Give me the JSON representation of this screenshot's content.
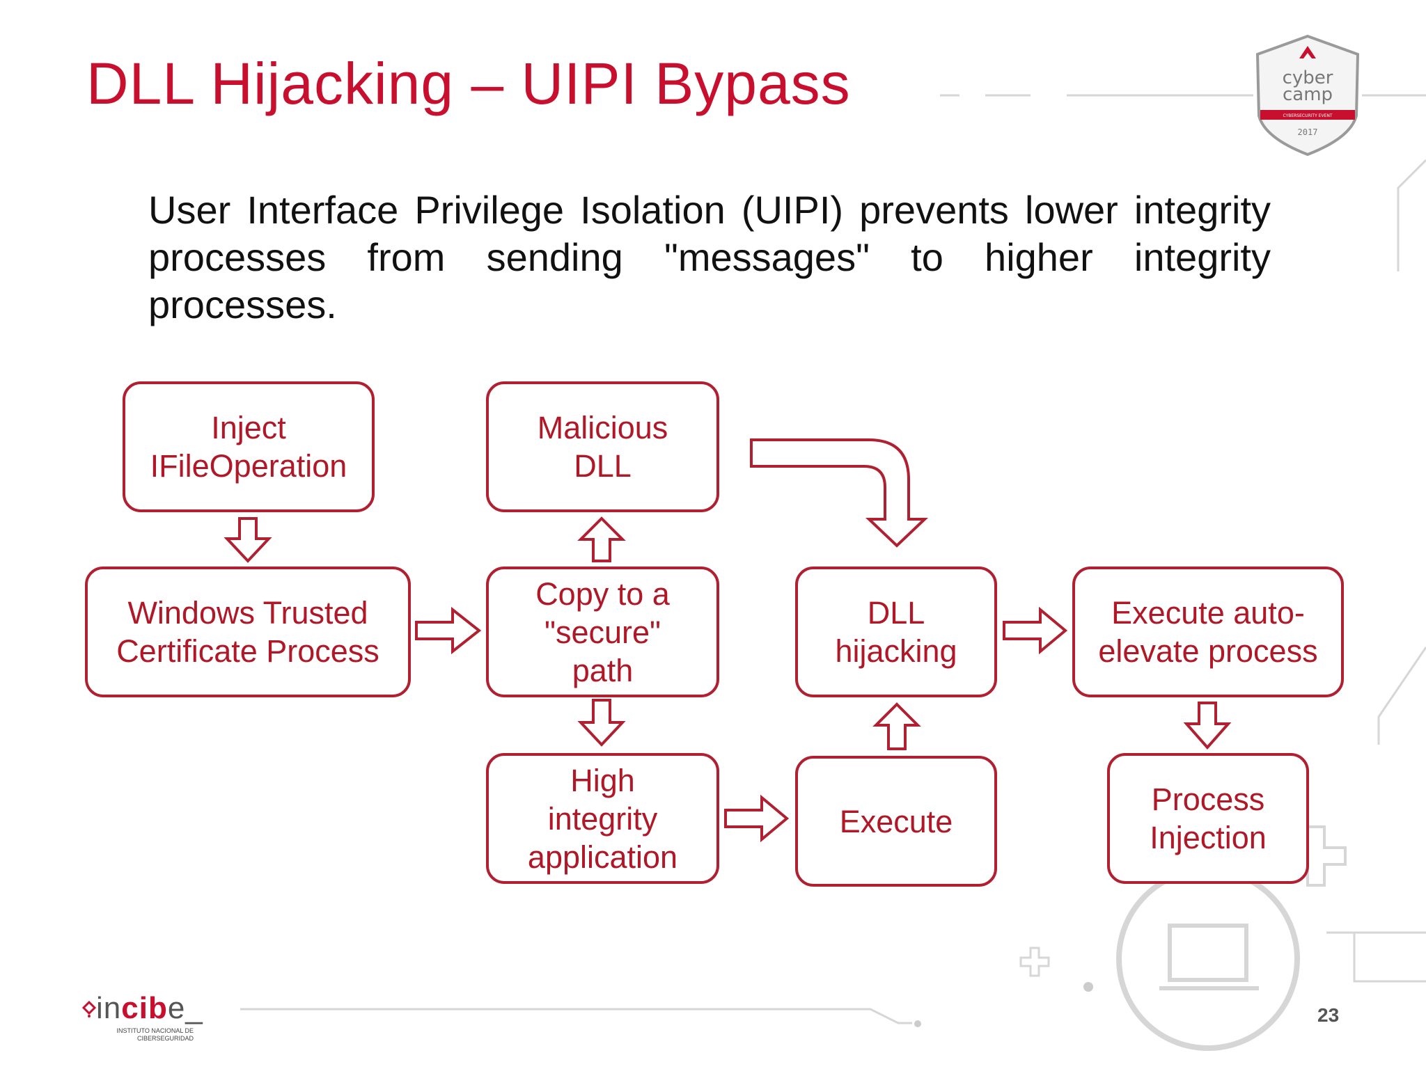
{
  "slide": {
    "title": "DLL Hijacking – UIPI Bypass",
    "intro": "User Interface Privilege Isolation (UIPI) prevents lower integrity processes from sending \"messages\" to higher integrity processes.",
    "page_number": "23"
  },
  "diagram": {
    "boxes": [
      {
        "id": "inject",
        "lines": [
          "Inject",
          "IFileOperation"
        ]
      },
      {
        "id": "malicious-dll",
        "lines": [
          "Malicious",
          "DLL"
        ]
      },
      {
        "id": "windows-trusted",
        "lines": [
          "Windows Trusted",
          "Certificate Process"
        ]
      },
      {
        "id": "copy-secure",
        "lines": [
          "Copy to a",
          "\"secure\"",
          "path"
        ]
      },
      {
        "id": "dll-hijacking",
        "lines": [
          "DLL",
          "hijacking"
        ]
      },
      {
        "id": "execute-autoelevate",
        "lines": [
          "Execute auto-",
          "elevate process"
        ]
      },
      {
        "id": "high-integrity",
        "lines": [
          "High",
          "integrity",
          "application"
        ]
      },
      {
        "id": "execute",
        "lines": [
          "Execute"
        ]
      },
      {
        "id": "process-injection",
        "lines": [
          "Process",
          "Injection"
        ]
      }
    ],
    "edges": [
      {
        "from": "inject",
        "to": "windows-trusted"
      },
      {
        "from": "windows-trusted",
        "to": "copy-secure"
      },
      {
        "from": "copy-secure",
        "to": "malicious-dll"
      },
      {
        "from": "copy-secure",
        "to": "high-integrity"
      },
      {
        "from": "malicious-dll",
        "to": "dll-hijacking"
      },
      {
        "from": "high-integrity",
        "to": "execute"
      },
      {
        "from": "execute",
        "to": "dll-hijacking"
      },
      {
        "from": "dll-hijacking",
        "to": "execute-autoelevate"
      },
      {
        "from": "execute-autoelevate",
        "to": "process-injection"
      }
    ]
  },
  "logo": {
    "cybercamp_line1": "cyber",
    "cybercamp_line2": "camp",
    "cybercamp_ribbon": "CYBERSECURITY EVENT",
    "cybercamp_year": "2017"
  },
  "footer": {
    "brand_prefix": "in",
    "brand_bold": "cib",
    "brand_suffix": "e_",
    "org_line1": "INSTITUTO NACIONAL DE",
    "org_line2": "CIBERSEGURIDAD"
  },
  "colors": {
    "accent": "#c8102e",
    "box_border": "#b02030",
    "arrow": "#b02030",
    "body_text": "#111111",
    "decor": "#cfcfcf"
  }
}
